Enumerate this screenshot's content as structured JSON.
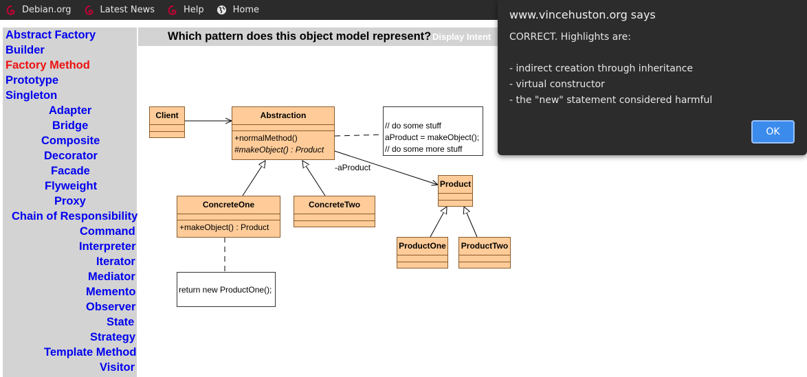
{
  "bookmarks": [
    {
      "label": "Debian.org",
      "icon": "debian-swirl-icon"
    },
    {
      "label": "Latest News",
      "icon": "debian-swirl-icon"
    },
    {
      "label": "Help",
      "icon": "debian-swirl-icon"
    },
    {
      "label": "Home",
      "icon": "globe-icon"
    }
  ],
  "patterns": [
    "Abstract Factory",
    "Builder",
    "Factory Method",
    "Prototype",
    "Singleton",
    "Adapter",
    "Bridge",
    "Composite",
    "Decorator",
    "Facade",
    "Flyweight",
    "Proxy",
    "Chain of Responsibility",
    "Command",
    "Interpreter",
    "Iterator",
    "Mediator",
    "Memento",
    "Observer",
    "State",
    "Strategy",
    "Template Method",
    "Visitor"
  ],
  "current_pattern": "Factory Method",
  "question": {
    "text": "Which pattern does this object model represent?",
    "intent_label": "Display Intent"
  },
  "diagram": {
    "client": "Client",
    "abstraction": {
      "name": "Abstraction",
      "op1": "+normalMethod()",
      "op2": "#makeObject() : Product"
    },
    "note1": [
      "// do some stuff",
      "aProduct = makeObject();",
      "// do some more stuff"
    ],
    "role": "-aProduct",
    "product": "Product",
    "concrete_one": {
      "name": "ConcreteOne",
      "op": "+makeObject() : Product"
    },
    "concrete_two": "ConcreteTwo",
    "product_one": "ProductOne",
    "product_two": "ProductTwo",
    "note2": "return new ProductOne();"
  },
  "dialog": {
    "title": "www.vincehuston.org says",
    "lines": [
      "CORRECT.  Highlights are:",
      "- indirect creation through inheritance",
      "- virtual constructor",
      "- the \"new\" statement considered harmful"
    ],
    "ok_label": "OK"
  },
  "colors": {
    "link": "#0000ee",
    "current": "#ee1111",
    "class_fill": "#ffcc99",
    "dialog_bg": "#2c2c2c",
    "ok_button": "#3b8bed"
  }
}
